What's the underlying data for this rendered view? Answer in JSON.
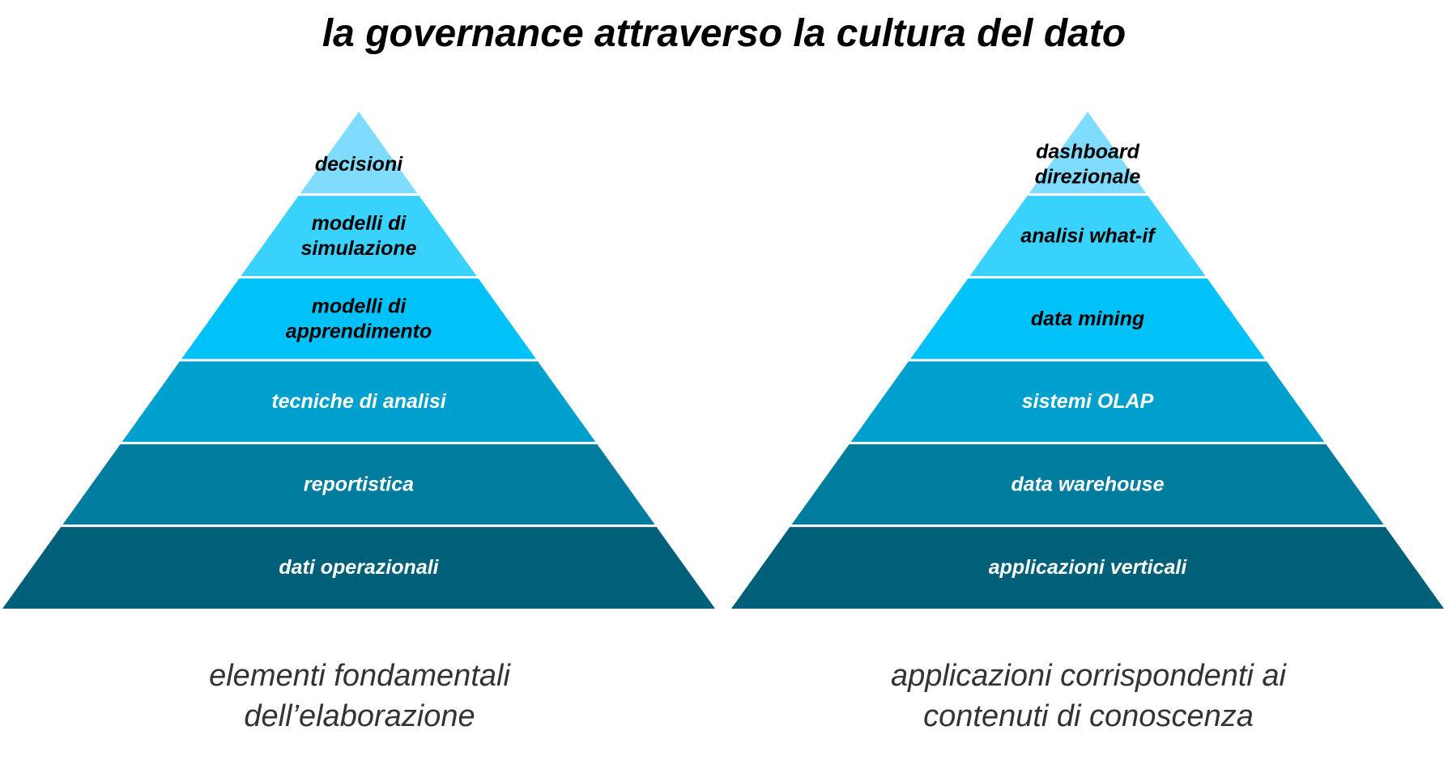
{
  "title": "la governance attraverso la cultura del dato",
  "colors": {
    "tier1": "#7fdcfc",
    "tier2": "#39d2fc",
    "tier3": "#00c2f8",
    "tier4": "#00a0ce",
    "tier5": "#007c9f",
    "tier6": "#006079",
    "dark_text": "#000000",
    "light_text": "#ffffff"
  },
  "pyramids": [
    {
      "tiers": [
        {
          "lines": [
            "decisioni"
          ],
          "color": "tier1",
          "text": "dark_text"
        },
        {
          "lines": [
            "modelli di",
            "simulazione"
          ],
          "color": "tier2",
          "text": "dark_text"
        },
        {
          "lines": [
            "modelli di",
            "apprendimento"
          ],
          "color": "tier3",
          "text": "dark_text"
        },
        {
          "lines": [
            "tecniche di analisi"
          ],
          "color": "tier4",
          "text": "light_text"
        },
        {
          "lines": [
            "reportistica"
          ],
          "color": "tier5",
          "text": "light_text"
        },
        {
          "lines": [
            "dati operazionali"
          ],
          "color": "tier6",
          "text": "light_text"
        }
      ],
      "caption": [
        "elementi fondamentali",
        "dell’elaborazione"
      ]
    },
    {
      "tiers": [
        {
          "lines": [
            "dashboard",
            "direzionale"
          ],
          "color": "tier1",
          "text": "dark_text"
        },
        {
          "lines": [
            "analisi what-if"
          ],
          "color": "tier2",
          "text": "dark_text"
        },
        {
          "lines": [
            "data mining"
          ],
          "color": "tier3",
          "text": "dark_text"
        },
        {
          "lines": [
            "sistemi OLAP"
          ],
          "color": "tier4",
          "text": "light_text"
        },
        {
          "lines": [
            "data warehouse"
          ],
          "color": "tier5",
          "text": "light_text"
        },
        {
          "lines": [
            "applicazioni verticali"
          ],
          "color": "tier6",
          "text": "light_text"
        }
      ],
      "caption": [
        "applicazioni corrispondenti ai",
        "contenuti di conoscenza"
      ]
    }
  ]
}
